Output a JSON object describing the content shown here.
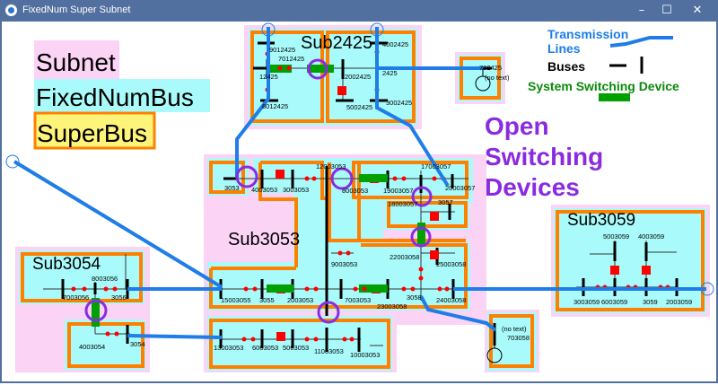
{
  "window": {
    "title": "FixedNum Super Subnet",
    "minimize": "–",
    "maximize": "☐",
    "close": "✕"
  },
  "legend_left": {
    "subnet": "Subnet",
    "fixednumbus": "FixedNumBus",
    "superbus": "SuperBus"
  },
  "legend_right": {
    "transmission_1": "Transmission",
    "transmission_2": "Lines",
    "buses": "Buses",
    "switching": "System Switching Device"
  },
  "annotation": {
    "line1": "Open",
    "line2": "Switching",
    "line3": "Devices"
  },
  "subnets": {
    "sub2425": "Sub2425",
    "sub3053": "Sub3053",
    "sub3054": "Sub3054",
    "sub3059": "Sub3059"
  },
  "colors": {
    "subnet": "#fbd3f5",
    "fixednumbus": "#a9fbfb",
    "superbus": "#ff8000",
    "line": "#1e7de8",
    "switch": "#00a000",
    "open": "#8a2be2",
    "breaker": "#ff0000"
  },
  "buses": [
    "9012425",
    "7012425",
    "12425",
    "8012425",
    "2002425",
    "5002425",
    "4002425",
    "2425",
    "3002425",
    "702425",
    "(no text)",
    "3053",
    "4003053",
    "3003053",
    "12003053",
    "8003053",
    "19003057",
    "17003057",
    "20003057",
    "18003057",
    "3057",
    "9003053",
    "22003058",
    "25003058",
    "15003055",
    "3055",
    "2003053",
    "7003053",
    "23003058",
    "3058",
    "24003058",
    "13003053",
    "6003053",
    "5003053",
    "11003053",
    "10003053",
    "8003056",
    "7003056",
    "3056",
    "4003054",
    "3054",
    "5003059",
    "4003059",
    "3003059",
    "6003059",
    "3059",
    "2003059",
    "(no text)",
    "703058"
  ]
}
